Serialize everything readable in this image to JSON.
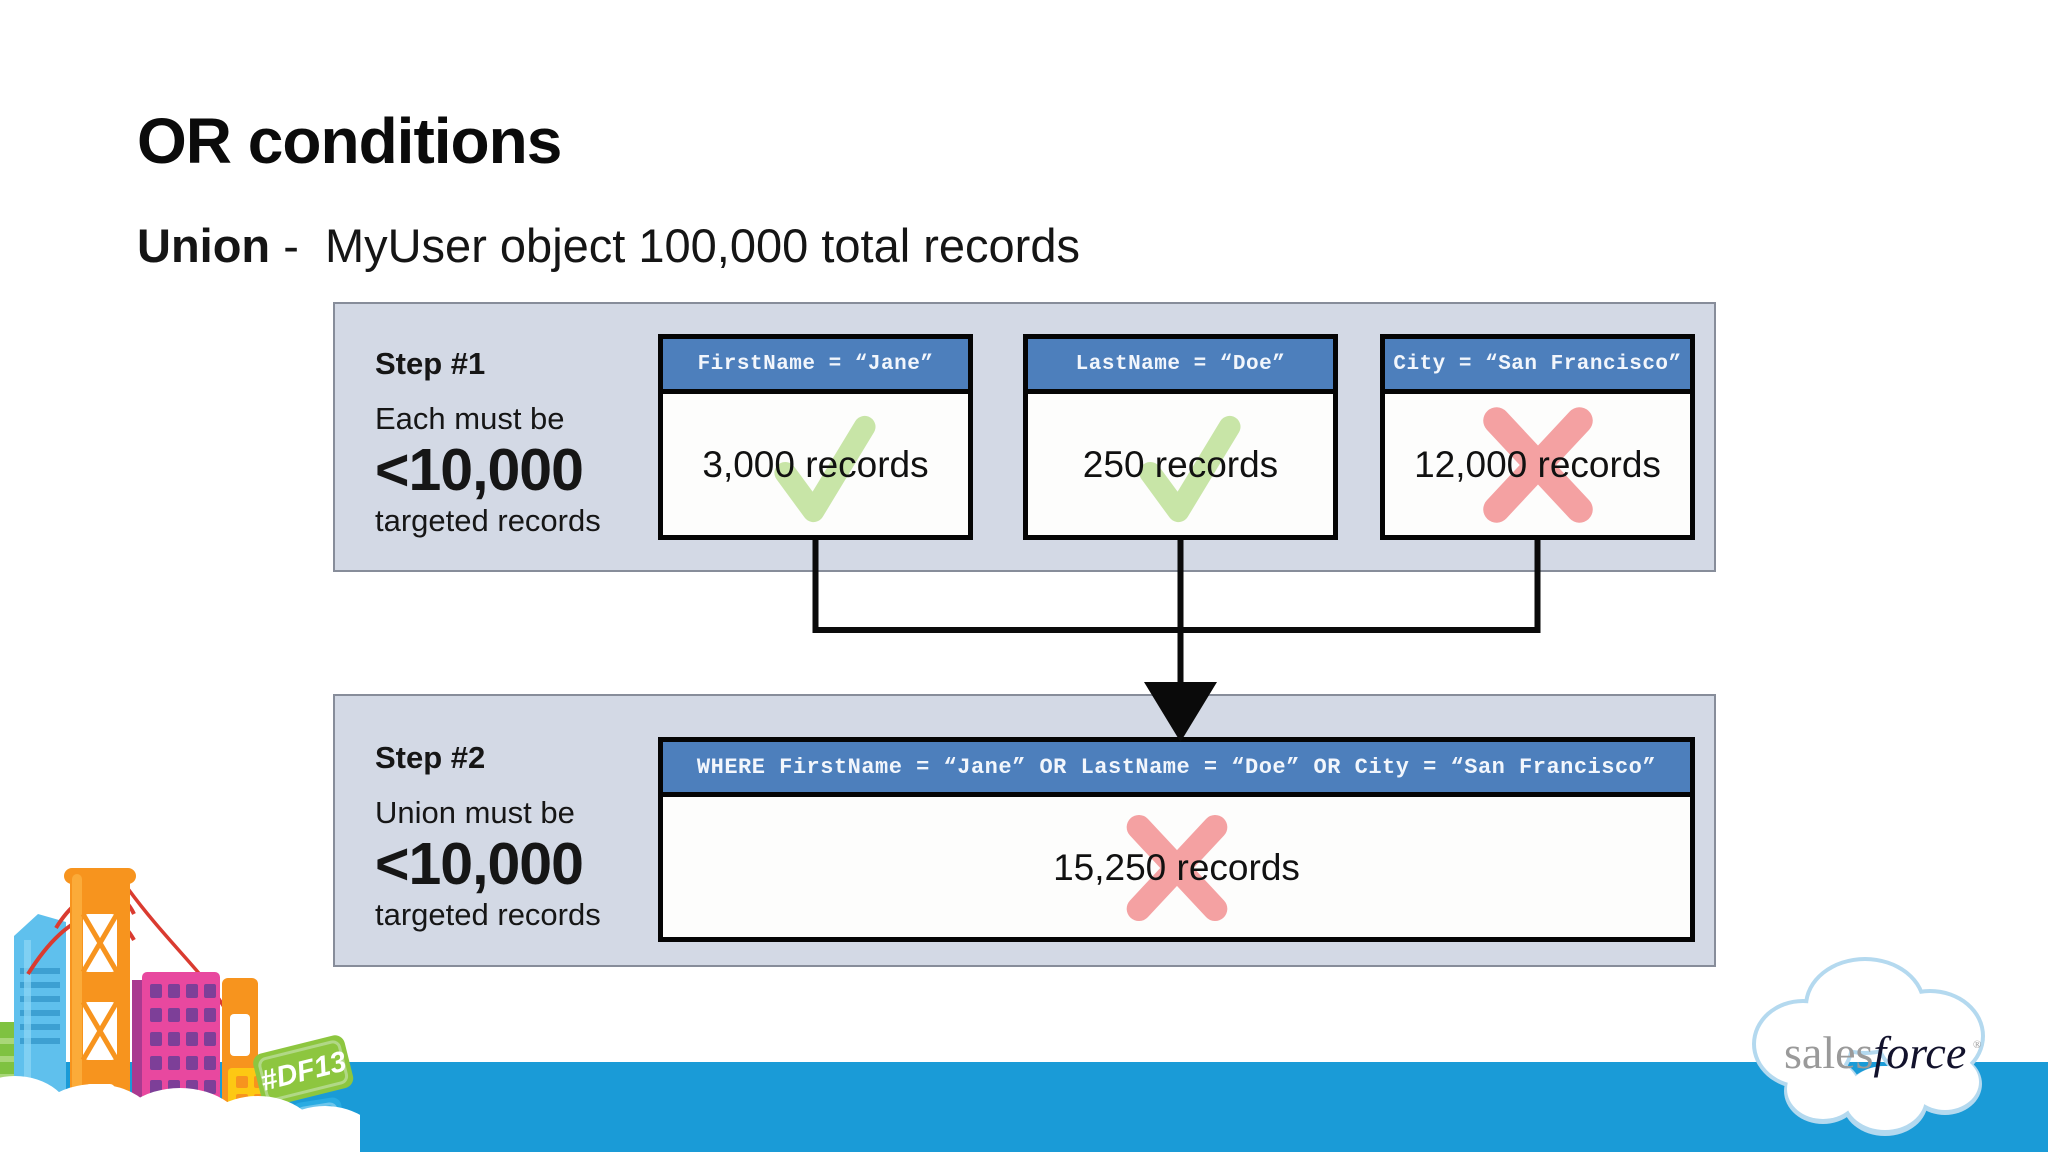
{
  "slide": {
    "title": "OR conditions",
    "subtitle": {
      "prefix": "Union",
      "sep": " -  ",
      "text": "MyUser object 100,000 total records"
    }
  },
  "step1": {
    "label": "Step #1",
    "requirement": {
      "line1": "Each must be",
      "limit": "<10,000",
      "line2": "targeted records"
    },
    "conditions": [
      {
        "header": "FirstName = “Jane”",
        "value": "3,000 records",
        "status": "pass"
      },
      {
        "header": "LastName = “Doe”",
        "value": "250 records",
        "status": "pass"
      },
      {
        "header": "City = “San Francisco”",
        "value": "12,000 records",
        "status": "fail"
      }
    ]
  },
  "step2": {
    "label": "Step #2",
    "requirement": {
      "line1": "Union must be",
      "limit": "<10,000",
      "line2": "targeted records"
    },
    "union_box": {
      "header": "WHERE FirstName = “Jane” OR LastName = “Doe” OR City = “San Francisco”",
      "value": "15,250 records",
      "status": "fail"
    }
  },
  "footer": {
    "hashtag": "#DF13",
    "brand_prefix": "sales",
    "brand_suffix": "force",
    "reg_mark": "®"
  },
  "colors": {
    "header_blue": "#4d7fbc",
    "panel_bg": "#d3d9e5",
    "pass_green": "#c3e3a0",
    "fail_red": "#f39c9d",
    "footer_bar_blue": "#1a9bd7",
    "box_border": "#050505"
  }
}
